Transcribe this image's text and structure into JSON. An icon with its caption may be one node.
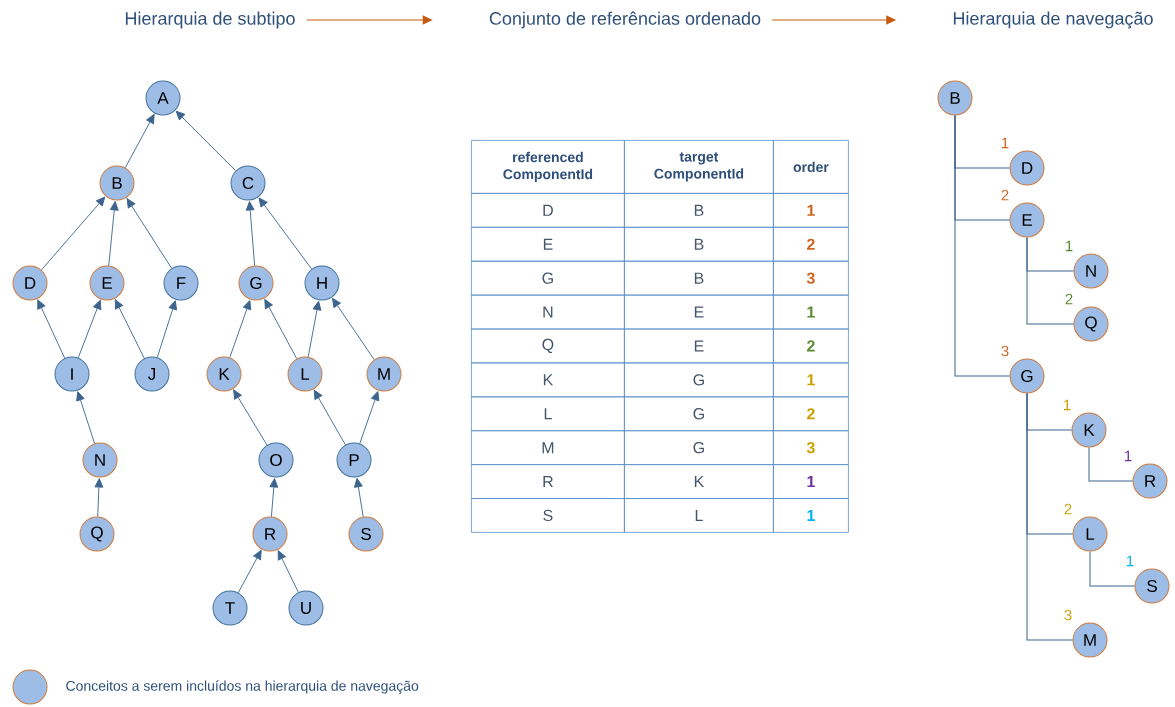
{
  "diagram": {
    "nodes": [
      {
        "text": [
          "Hierarquia de subtipo"
        ]
      },
      {
        "text": [
          "Conjunto de referências ordenado"
        ]
      },
      {
        "text": [
          "Hierarquia de navegação"
        ]
      },
      {
        "text": [
          "A"
        ]
      },
      {
        "text": [
          "B"
        ]
      },
      {
        "text": [
          "C"
        ]
      },
      {
        "text": [
          "D"
        ]
      },
      {
        "text": [
          "E"
        ]
      },
      {
        "text": [
          "F"
        ]
      },
      {
        "text": [
          "G"
        ]
      },
      {
        "text": [
          "H"
        ]
      },
      {
        "text": [
          "I"
        ]
      },
      {
        "text": [
          "J"
        ]
      },
      {
        "text": [
          "K"
        ]
      },
      {
        "text": [
          "L"
        ]
      },
      {
        "text": [
          "M"
        ]
      },
      {
        "text": [
          "N"
        ]
      },
      {
        "text": [
          "O"
        ]
      },
      {
        "text": [
          "P"
        ]
      },
      {
        "text": [
          "Q"
        ]
      },
      {
        "text": [
          "R"
        ]
      },
      {
        "text": [
          "S"
        ]
      },
      {
        "text": [
          "T"
        ]
      },
      {
        "text": [
          "U"
        ]
      },
      {
        "text": [
          "B"
        ]
      },
      {
        "text": [
          "D"
        ],
        "beside": [
          "1"
        ]
      },
      {
        "text": [
          "E"
        ],
        "beside": [
          "2"
        ]
      },
      {
        "text": [
          "N"
        ],
        "beside": [
          "1"
        ]
      },
      {
        "text": [
          "Q"
        ],
        "beside": [
          "2"
        ]
      },
      {
        "text": [
          "G"
        ],
        "beside": [
          "3"
        ]
      },
      {
        "text": [
          "K"
        ],
        "beside": [
          "1"
        ]
      },
      {
        "text": [
          "R"
        ],
        "beside": [
          "1"
        ]
      },
      {
        "text": [
          "L"
        ],
        "beside": [
          "2"
        ]
      },
      {
        "text": [
          "S"
        ],
        "beside": [
          "1"
        ]
      },
      {
        "text": [
          "M"
        ],
        "beside": [
          "3"
        ]
      }
    ],
    "edges": [
      {
        "from": 0,
        "to": 1,
        "arrow": "to",
        "color": "#c55a11"
      },
      {
        "from": 1,
        "to": 2,
        "arrow": "to",
        "color": "#c55a11"
      },
      {
        "from": 4,
        "to": 3,
        "arrow": "to"
      },
      {
        "from": 5,
        "to": 3,
        "arrow": "to"
      },
      {
        "from": 6,
        "to": 4,
        "arrow": "to"
      },
      {
        "from": 7,
        "to": 4,
        "arrow": "to"
      },
      {
        "from": 8,
        "to": 4,
        "arrow": "to"
      },
      {
        "from": 9,
        "to": 5,
        "arrow": "to"
      },
      {
        "from": 10,
        "to": 5,
        "arrow": "to"
      },
      {
        "from": 11,
        "to": 6,
        "arrow": "to"
      },
      {
        "from": 11,
        "to": 7,
        "arrow": "to"
      },
      {
        "from": 12,
        "to": 7,
        "arrow": "to"
      },
      {
        "from": 12,
        "to": 8,
        "arrow": "to"
      },
      {
        "from": 13,
        "to": 9,
        "arrow": "to"
      },
      {
        "from": 14,
        "to": 9,
        "arrow": "to"
      },
      {
        "from": 14,
        "to": 10,
        "arrow": "to"
      },
      {
        "from": 15,
        "to": 10,
        "arrow": "to"
      },
      {
        "from": 16,
        "to": 11,
        "arrow": "to"
      },
      {
        "from": 19,
        "to": 16,
        "arrow": "to"
      },
      {
        "from": 17,
        "to": 13,
        "arrow": "to"
      },
      {
        "from": 18,
        "to": 14,
        "arrow": "to"
      },
      {
        "from": 18,
        "to": 15,
        "arrow": "to"
      },
      {
        "from": 20,
        "to": 17,
        "arrow": "to"
      },
      {
        "from": 21,
        "to": 18,
        "arrow": "to"
      },
      {
        "from": 22,
        "to": 20,
        "arrow": "to"
      },
      {
        "from": 23,
        "to": 20,
        "arrow": "to"
      },
      {
        "from": 24,
        "to": 25,
        "arrow": "none"
      },
      {
        "from": 24,
        "to": 26,
        "arrow": "none"
      },
      {
        "from": 24,
        "to": 29,
        "arrow": "none"
      },
      {
        "from": 26,
        "to": 27,
        "arrow": "none"
      },
      {
        "from": 26,
        "to": 28,
        "arrow": "none"
      },
      {
        "from": 29,
        "to": 30,
        "arrow": "none"
      },
      {
        "from": 29,
        "to": 32,
        "arrow": "none"
      },
      {
        "from": 29,
        "to": 34,
        "arrow": "none"
      },
      {
        "from": 30,
        "to": 31,
        "arrow": "none"
      },
      {
        "from": 32,
        "to": 33,
        "arrow": "none"
      }
    ],
    "labels": [
      "referenced ComponentId",
      "target ComponentId",
      "order",
      "D",
      "B",
      "1",
      "E",
      "B",
      "2",
      "G",
      "B",
      "3",
      "N",
      "E",
      "1",
      "Q",
      "E",
      "2",
      "K",
      "G",
      "1",
      "L",
      "G",
      "2",
      "M",
      "G",
      "3",
      "R",
      "K",
      "1",
      "S",
      "L",
      "1"
    ],
    "legend": [
      {
        "text": "Conceitos a serem incluídos na hierarquia de navegação"
      }
    ]
  }
}
